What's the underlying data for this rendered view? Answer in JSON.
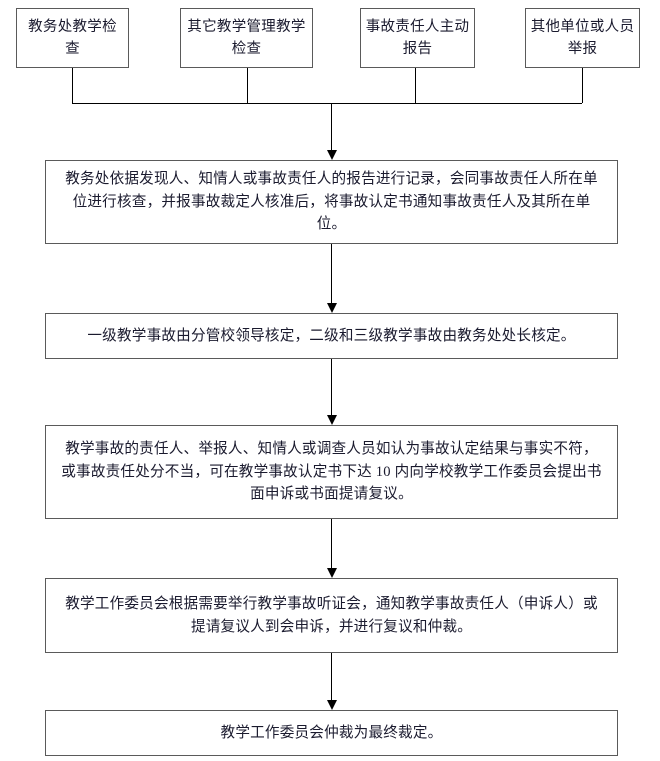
{
  "diagram": {
    "type": "flowchart",
    "orientation": "top-to-bottom",
    "sources": [
      {
        "id": "src-0",
        "label": "教务处教学检查"
      },
      {
        "id": "src-1",
        "label": "其它教学管理教学检查"
      },
      {
        "id": "src-2",
        "label": "事故责任人主动报告"
      },
      {
        "id": "src-3",
        "label": "其他单位或人员举报"
      }
    ],
    "steps": [
      {
        "id": "step-0",
        "label": "教务处依据发现人、知情人或事故责任人的报告进行记录，会同事故责任人所在单位进行核查，并报事故裁定人核准后，将事故认定书通知事故责任人及其所在单位。"
      },
      {
        "id": "step-1",
        "label": "一级教学事故由分管校领导核定，二级和三级教学事故由教务处处长核定。"
      },
      {
        "id": "step-2",
        "label": "教学事故的责任人、举报人、知情人或调查人员如认为事故认定结果与事实不符，或事故责任处分不当，可在教学事故认定书下达 10 内向学校教学工作委员会提出书面申诉或书面提请复议。"
      },
      {
        "id": "step-3",
        "label": "教学工作委员会根据需要举行教学事故听证会，通知教学事故责任人（申诉人）或提请复议人到会申诉，并进行复议和仲裁。"
      },
      {
        "id": "step-4",
        "label": "教学工作委员会仲裁为最终裁定。"
      }
    ],
    "colors": {
      "box_border": "#5a5a5a",
      "connector": "#000000",
      "text": "#1a1a2e",
      "background": "#ffffff"
    }
  }
}
